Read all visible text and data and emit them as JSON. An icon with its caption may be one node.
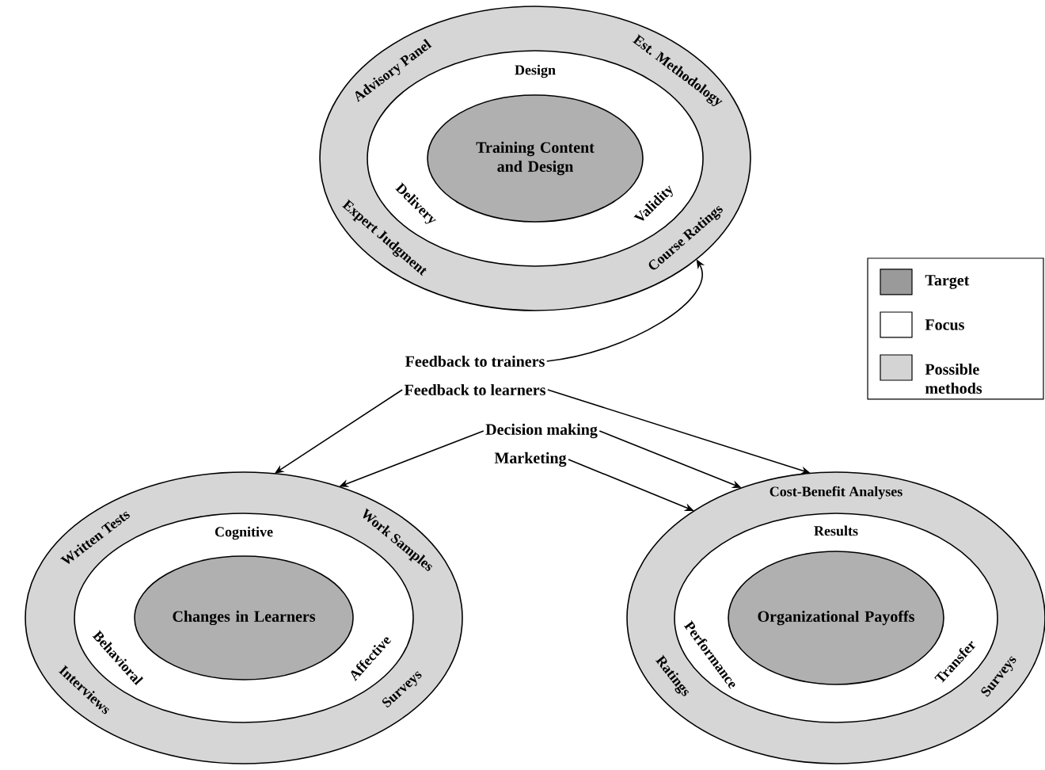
{
  "diagram": {
    "nodes": [
      {
        "text": [
          "Advisory Panel",
          "Est. Methodology",
          "Expert Judgment",
          "Course Ratings"
        ]
      },
      {
        "text": [
          "Design",
          "Delivery",
          "Validity"
        ],
        "in": 0
      },
      {
        "text": [
          "Training Content and Design"
        ],
        "in": 1
      },
      {
        "text": [
          "Feedback to trainers"
        ]
      },
      {
        "text": [
          "Feedback to learners"
        ]
      },
      {
        "text": [
          "Decision making"
        ]
      },
      {
        "text": [
          "Marketing"
        ]
      },
      {
        "text": [
          "Written Tests",
          "Work Samples",
          "Interviews",
          "Surveys"
        ]
      },
      {
        "text": [
          "Cognitive",
          "Behavioral",
          "Affective"
        ],
        "in": 7
      },
      {
        "text": [
          "Changes in Learners"
        ],
        "in": 8
      },
      {
        "text": [
          "Cost-Benefit Analyses",
          "Ratings",
          "Surveys"
        ]
      },
      {
        "text": [
          "Results",
          "Performance",
          "Transfer"
        ],
        "in": 10
      },
      {
        "text": [
          "Organizational Payoffs"
        ],
        "in": 11
      }
    ],
    "edges": [
      {
        "from": 3,
        "to": 0,
        "arrow": "to"
      },
      {
        "from": 4,
        "to": 7,
        "arrow": "to"
      },
      {
        "from": 4,
        "to": 10,
        "arrow": "to"
      },
      {
        "from": 5,
        "to": 7,
        "arrow": "to"
      },
      {
        "from": 5,
        "to": 10,
        "arrow": "to"
      },
      {
        "from": 6,
        "to": 10,
        "arrow": "to"
      }
    ],
    "legend": [
      {
        "text": "Target",
        "color": "#9a9a9a"
      },
      {
        "text": "Focus"
      },
      {
        "text": "Possible methods",
        "color": "#d4d4d4"
      }
    ]
  }
}
